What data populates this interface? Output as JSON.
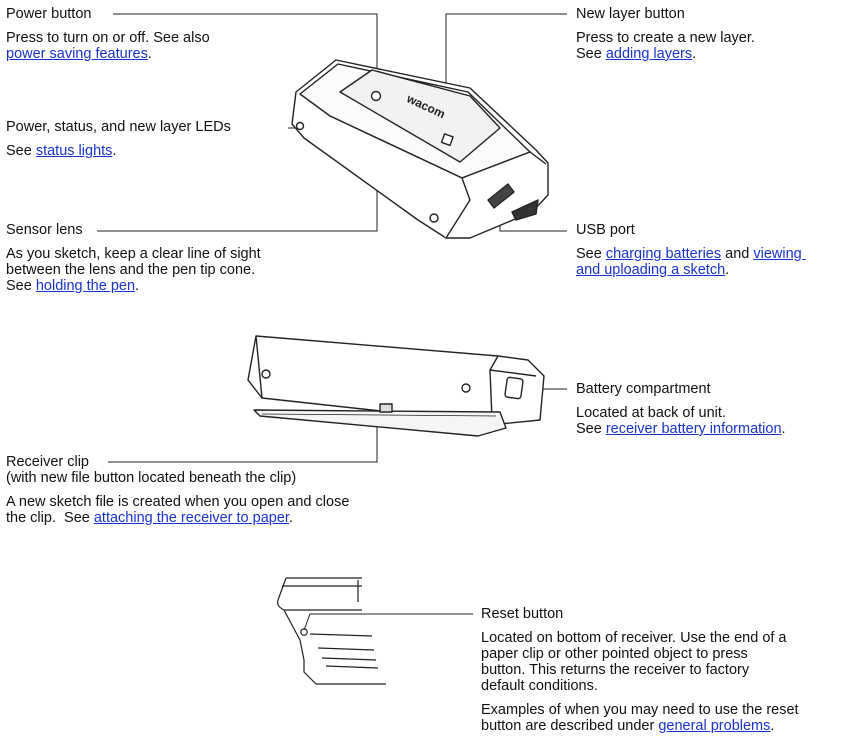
{
  "power_button": {
    "title": "Power button",
    "line1": "Press to turn on or off.  See also",
    "link": "power saving features",
    "after": "."
  },
  "new_layer_button": {
    "title": "New layer button",
    "line1": "Press to create a new layer.",
    "pre": "See ",
    "link": "adding layers",
    "after": "."
  },
  "leds": {
    "title": "Power, status, and new layer LEDs",
    "pre": "See ",
    "link": "status lights",
    "after": "."
  },
  "sensor_lens": {
    "title": "Sensor lens",
    "line1": "As you sketch, keep a clear line of sight",
    "line2": "between the lens and the pen tip cone.",
    "pre": "See ",
    "link": "holding the pen",
    "after": "."
  },
  "usb_port": {
    "title": "USB port",
    "pre": "See ",
    "link1": "charging batteries",
    "mid": " and ",
    "link2a": "viewing ",
    "link2b": "and uploading a sketch",
    "after": "."
  },
  "battery": {
    "title": "Battery compartment",
    "line1": "Located at back of unit.",
    "pre": "See ",
    "link": "receiver battery information",
    "after": "."
  },
  "receiver_clip": {
    "title": "Receiver clip",
    "subtitle": "(with new file button located beneath the clip)",
    "line1": "A new sketch file is created when you open and close",
    "pre": "the clip.  See ",
    "link": "attaching the receiver to paper",
    "after": "."
  },
  "reset_button": {
    "title": "Reset button",
    "line1": "Located on bottom of receiver.  Use the end of a",
    "line2": "paper clip or other pointed object to press",
    "line3": "button.  This returns the receiver to factory",
    "line4": "default conditions.",
    "line5": "Examples of when you may need to use the reset",
    "pre": "button are described under ",
    "link": "general problems",
    "after": "."
  },
  "device": {
    "logo": "wacom"
  }
}
